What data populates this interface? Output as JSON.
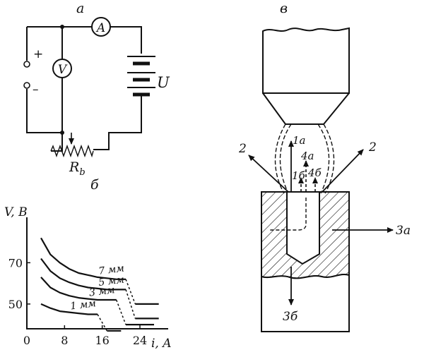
{
  "panels": {
    "a": "а",
    "b": "б",
    "v": "в"
  },
  "circuit": {
    "ammeter": "A",
    "voltmeter": "V",
    "plus": "+",
    "minus": "–",
    "source": "U",
    "resistor": "R",
    "resistor_sub": "b"
  },
  "chart_data": {
    "type": "line",
    "ylabel": "V, В",
    "xlabel": "i, A",
    "xlim": [
      0,
      30
    ],
    "ylim": [
      38,
      92
    ],
    "xticks": [
      "0",
      "8",
      "16",
      "24"
    ],
    "yticks": [
      "50",
      "70"
    ],
    "series": [
      {
        "name": "1 мм",
        "x": [
          3,
          5,
          7,
          9,
          11,
          13,
          15
        ],
        "y": [
          50,
          48,
          46.5,
          46,
          45.5,
          45,
          45
        ],
        "break_x": [
          15,
          17
        ],
        "tail": [
          [
            17,
            37
          ],
          [
            20,
            37
          ]
        ]
      },
      {
        "name": "3 мм",
        "x": [
          3,
          5,
          7,
          9,
          11,
          13,
          15,
          17,
          19
        ],
        "y": [
          63,
          58,
          55.5,
          54,
          53,
          52.5,
          52,
          52,
          52
        ],
        "break_x": [
          19,
          21
        ],
        "tail": [
          [
            21,
            40
          ],
          [
            27,
            40
          ]
        ]
      },
      {
        "name": "5 мм",
        "x": [
          3,
          5,
          7,
          9,
          11,
          13,
          15,
          17,
          19,
          21
        ],
        "y": [
          72,
          66,
          62.5,
          60.5,
          59,
          58,
          57.5,
          57,
          57,
          57
        ],
        "break_x": [
          21,
          23
        ],
        "tail": [
          [
            23,
            43
          ],
          [
            28,
            43
          ]
        ]
      },
      {
        "name": "7 мм",
        "x": [
          3,
          5,
          7,
          9,
          11,
          13,
          15,
          17,
          19,
          21
        ],
        "y": [
          82,
          74,
          70,
          67,
          65,
          64,
          63,
          62.5,
          62,
          62
        ],
        "break_x": [
          21,
          23
        ],
        "tail": [
          [
            23,
            50
          ],
          [
            28,
            50
          ]
        ]
      }
    ]
  },
  "process": {
    "labels": [
      "1а",
      "1б",
      "4а",
      "4б",
      "2",
      "2",
      "3а",
      "3б"
    ]
  }
}
